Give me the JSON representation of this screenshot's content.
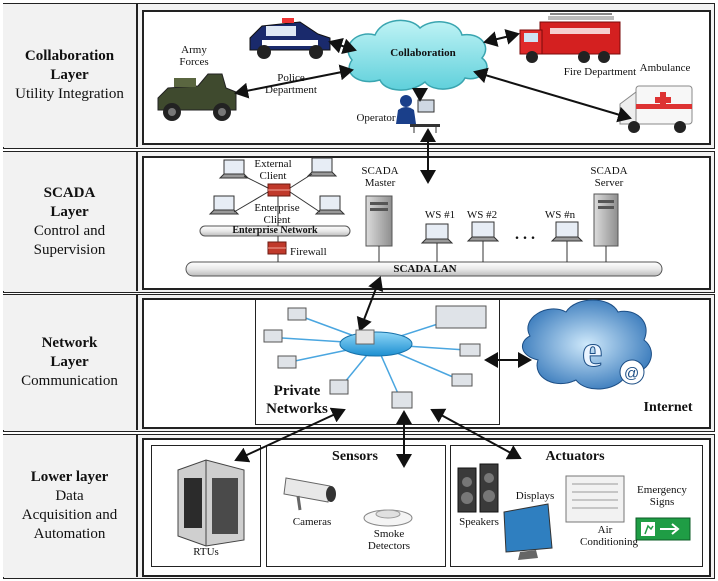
{
  "layers": [
    {
      "title": "Collaboration Layer",
      "sub": "Utility Integration"
    },
    {
      "title": "SCADA Layer",
      "sub": "Control and Supervision"
    },
    {
      "title": "Network Layer",
      "sub": "Communication"
    },
    {
      "title": "Lower layer",
      "sub": "Data Acquisition and Automation"
    }
  ],
  "collab": {
    "cloud": "Collaboration",
    "army": "Army Forces",
    "police": "Police Department",
    "fire": "Fire Department",
    "ambulance": "Ambulance",
    "operator": "Operator"
  },
  "scada": {
    "external_client": "External Client",
    "enterprise_client": "Enterprise Client",
    "enterprise_network": "Enterprise Network",
    "firewall": "Firewall",
    "master": "SCADA Master",
    "server": "SCADA Server",
    "ws1": "WS #1",
    "ws2": "WS #2",
    "wsn": "WS #n",
    "dots": ". . .",
    "lan": "SCADA LAN"
  },
  "network": {
    "private": "Private Networks",
    "internet": "Internet"
  },
  "lower": {
    "rtus": "RTUs",
    "sensors": "Sensors",
    "cameras": "Cameras",
    "smoke": "Smoke Detectors",
    "actuators": "Actuators",
    "displays": "Displays",
    "speakers": "Speakers",
    "air": "Air Conditioning",
    "signs": "Emergency Signs"
  }
}
